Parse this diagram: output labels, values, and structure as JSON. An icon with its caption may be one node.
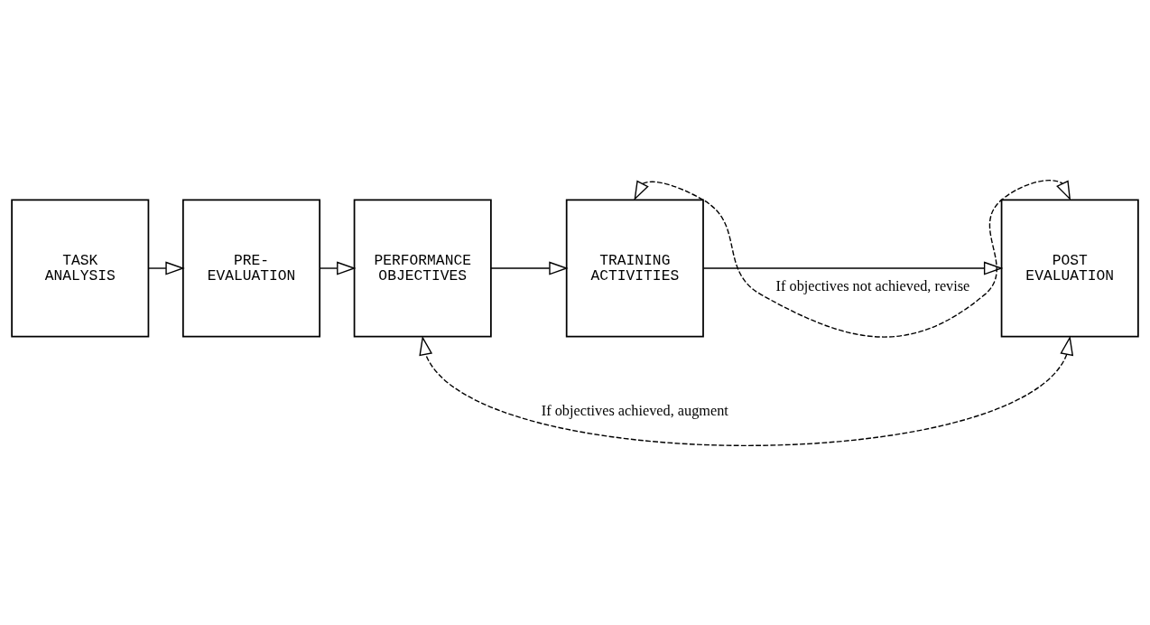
{
  "diagram": {
    "nodes": [
      {
        "text": [
          "TASK ANALYSIS"
        ]
      },
      {
        "text": [
          "PRE- EVALUATION"
        ]
      },
      {
        "text": [
          "PERFORMANCE OBJECTIVES"
        ]
      },
      {
        "text": [
          "TRAINING ACTIVITIES"
        ]
      },
      {
        "text": [
          "POST EVALUATION"
        ]
      }
    ],
    "edges": [
      {
        "from": 0,
        "to": 1,
        "arrow": "to"
      },
      {
        "from": 1,
        "to": 2,
        "arrow": "to"
      },
      {
        "from": 2,
        "to": 3,
        "arrow": "to"
      },
      {
        "from": 3,
        "to": 4,
        "arrow": "to"
      },
      {
        "from": 3,
        "to": 4,
        "arrow": "both",
        "style": "dashed",
        "label": "If objectives not achieved, revise"
      },
      {
        "from": 4,
        "to": 2,
        "arrow": "both",
        "style": "dashed",
        "label": "If objectives achieved, augment"
      }
    ]
  }
}
